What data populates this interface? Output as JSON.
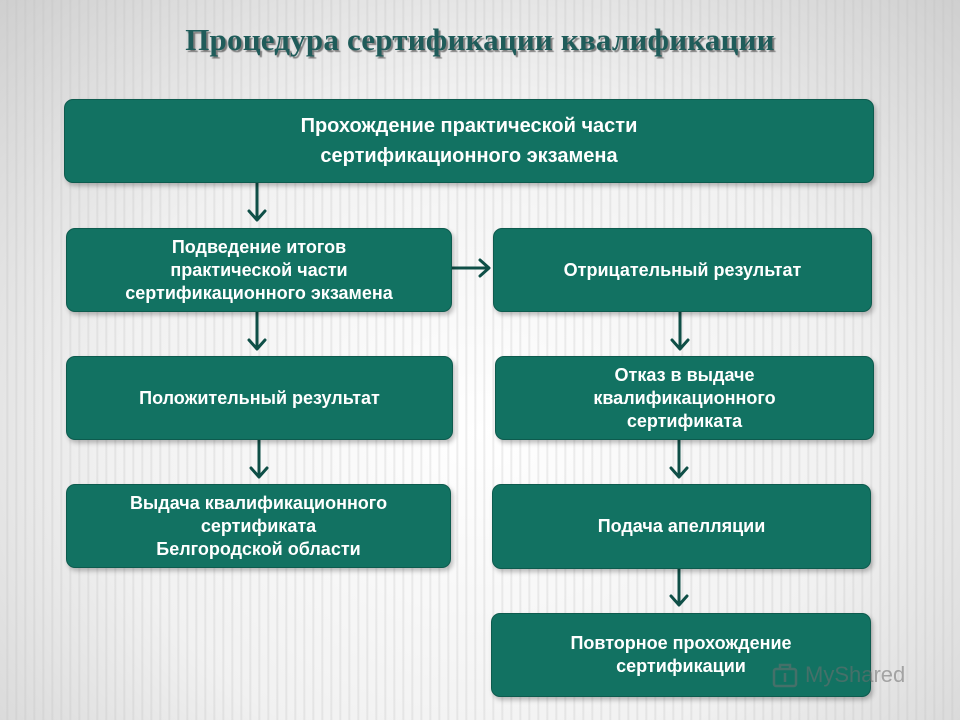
{
  "title": "Процедура сертификации квалификации",
  "boxes": {
    "practical_exam": "Прохождение практической части\nсертификационного экзамена",
    "summing_up": "Подведение итогов\nпрактической части\nсертификационного экзамена",
    "negative_result": "Отрицательный результат",
    "positive_result": "Положительный результат",
    "refusal": "Отказ в выдаче\nквалификационного\nсертификата",
    "issue_certificate": "Выдача квалификационного\nсертификата\nБелгородской области",
    "appeal": "Подача апелляции",
    "repeat_certification": "Повторное прохождение\nсертификации"
  },
  "watermark": {
    "text": "MyShared",
    "icon": "myshared-logo-icon"
  },
  "colors": {
    "box_fill": "#127262",
    "box_text": "#ffffff",
    "arrow": "#0f4f47",
    "title": "#1f5c5a"
  }
}
